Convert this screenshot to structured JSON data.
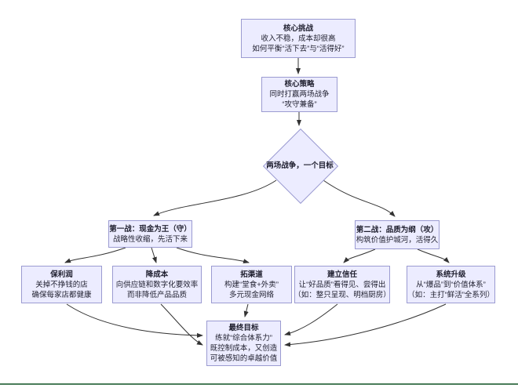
{
  "nodes": {
    "challenge": {
      "title": "核心挑战",
      "lines": [
        "收入不稳，成本却很高",
        "如何平衡“活下去”与“活得好”"
      ]
    },
    "strategy": {
      "title": "核心策略",
      "lines": [
        "同时打赢两场战争",
        "“攻守兼备”"
      ]
    },
    "decision": {
      "title": "两场战争，一个目标"
    },
    "war1": {
      "title": "第一战：现金为王（守）",
      "lines": [
        "战略性收缩，先活下来"
      ]
    },
    "war2": {
      "title": "第二战：品质为纲（攻）",
      "lines": [
        "构筑价值护城河，活得久"
      ]
    },
    "profit": {
      "title": "保利润",
      "lines": [
        "关掉不挣钱的店",
        "确保每家店都健康"
      ]
    },
    "cost": {
      "title": "降成本",
      "lines": [
        "向供应链和数字化要效率",
        "而非降低产品品质"
      ]
    },
    "channel": {
      "title": "拓渠道",
      "lines": [
        "构建“堂食+外卖”",
        "多元现金网络"
      ]
    },
    "trust": {
      "title": "建立信任",
      "lines": [
        "让“好品质”看得见、尝得出",
        "（如：整只呈现、明档厨房）"
      ]
    },
    "system": {
      "title": "系统升级",
      "lines": [
        "从“爆品”到“价值体系”",
        "（如：主打“鲜活”全系列）"
      ]
    },
    "goal": {
      "title": "最终目标",
      "lines": [
        "练就“综合体系力”",
        "既控制成本，又创造",
        "可被感知的卓越价值"
      ]
    }
  },
  "colors": {
    "node_fill": "#ECECFF",
    "node_border": "#9b9bd1",
    "edge": "#333333",
    "accent_bar": "#4a7c59",
    "background": "#ffffff"
  }
}
